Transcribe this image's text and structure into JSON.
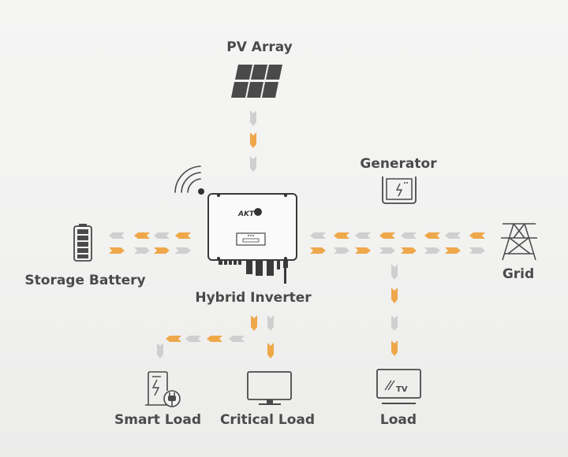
{
  "title": "Hybrid Inverter System Diagram",
  "nodes": {
    "pv_array": {
      "label": "PV Array",
      "icon": "solar-panel-icon"
    },
    "generator": {
      "label": "Generator",
      "icon": "generator-icon"
    },
    "storage_battery": {
      "label": "Storage Battery",
      "icon": "battery-icon"
    },
    "hybrid_inverter": {
      "label": "Hybrid Inverter",
      "icon": "inverter-icon",
      "brand": "AKT"
    },
    "grid": {
      "label": "Grid",
      "icon": "transmission-tower-icon"
    },
    "smart_load": {
      "label": "Smart Load",
      "icon": "smart-load-icon"
    },
    "critical_load": {
      "label": "Critical Load",
      "icon": "monitor-icon"
    },
    "load": {
      "label": "Load",
      "icon": "tv-icon",
      "icon_text": "TV"
    }
  },
  "flows": [
    {
      "from": "pv_array",
      "to": "hybrid_inverter",
      "direction": "down"
    },
    {
      "from": "hybrid_inverter",
      "to": "storage_battery",
      "direction": "bidirectional"
    },
    {
      "from": "hybrid_inverter",
      "to": "grid",
      "direction": "bidirectional"
    },
    {
      "from": "grid",
      "to": "load",
      "direction": "down"
    },
    {
      "from": "hybrid_inverter",
      "to": "smart_load",
      "direction": "down"
    },
    {
      "from": "hybrid_inverter",
      "to": "critical_load",
      "direction": "down"
    }
  ],
  "colors": {
    "arrow_orange": "#eea84a",
    "arrow_gray": "#cfcfcf",
    "icon_dark": "#4a4a4a",
    "text": "#4a4a4a"
  }
}
